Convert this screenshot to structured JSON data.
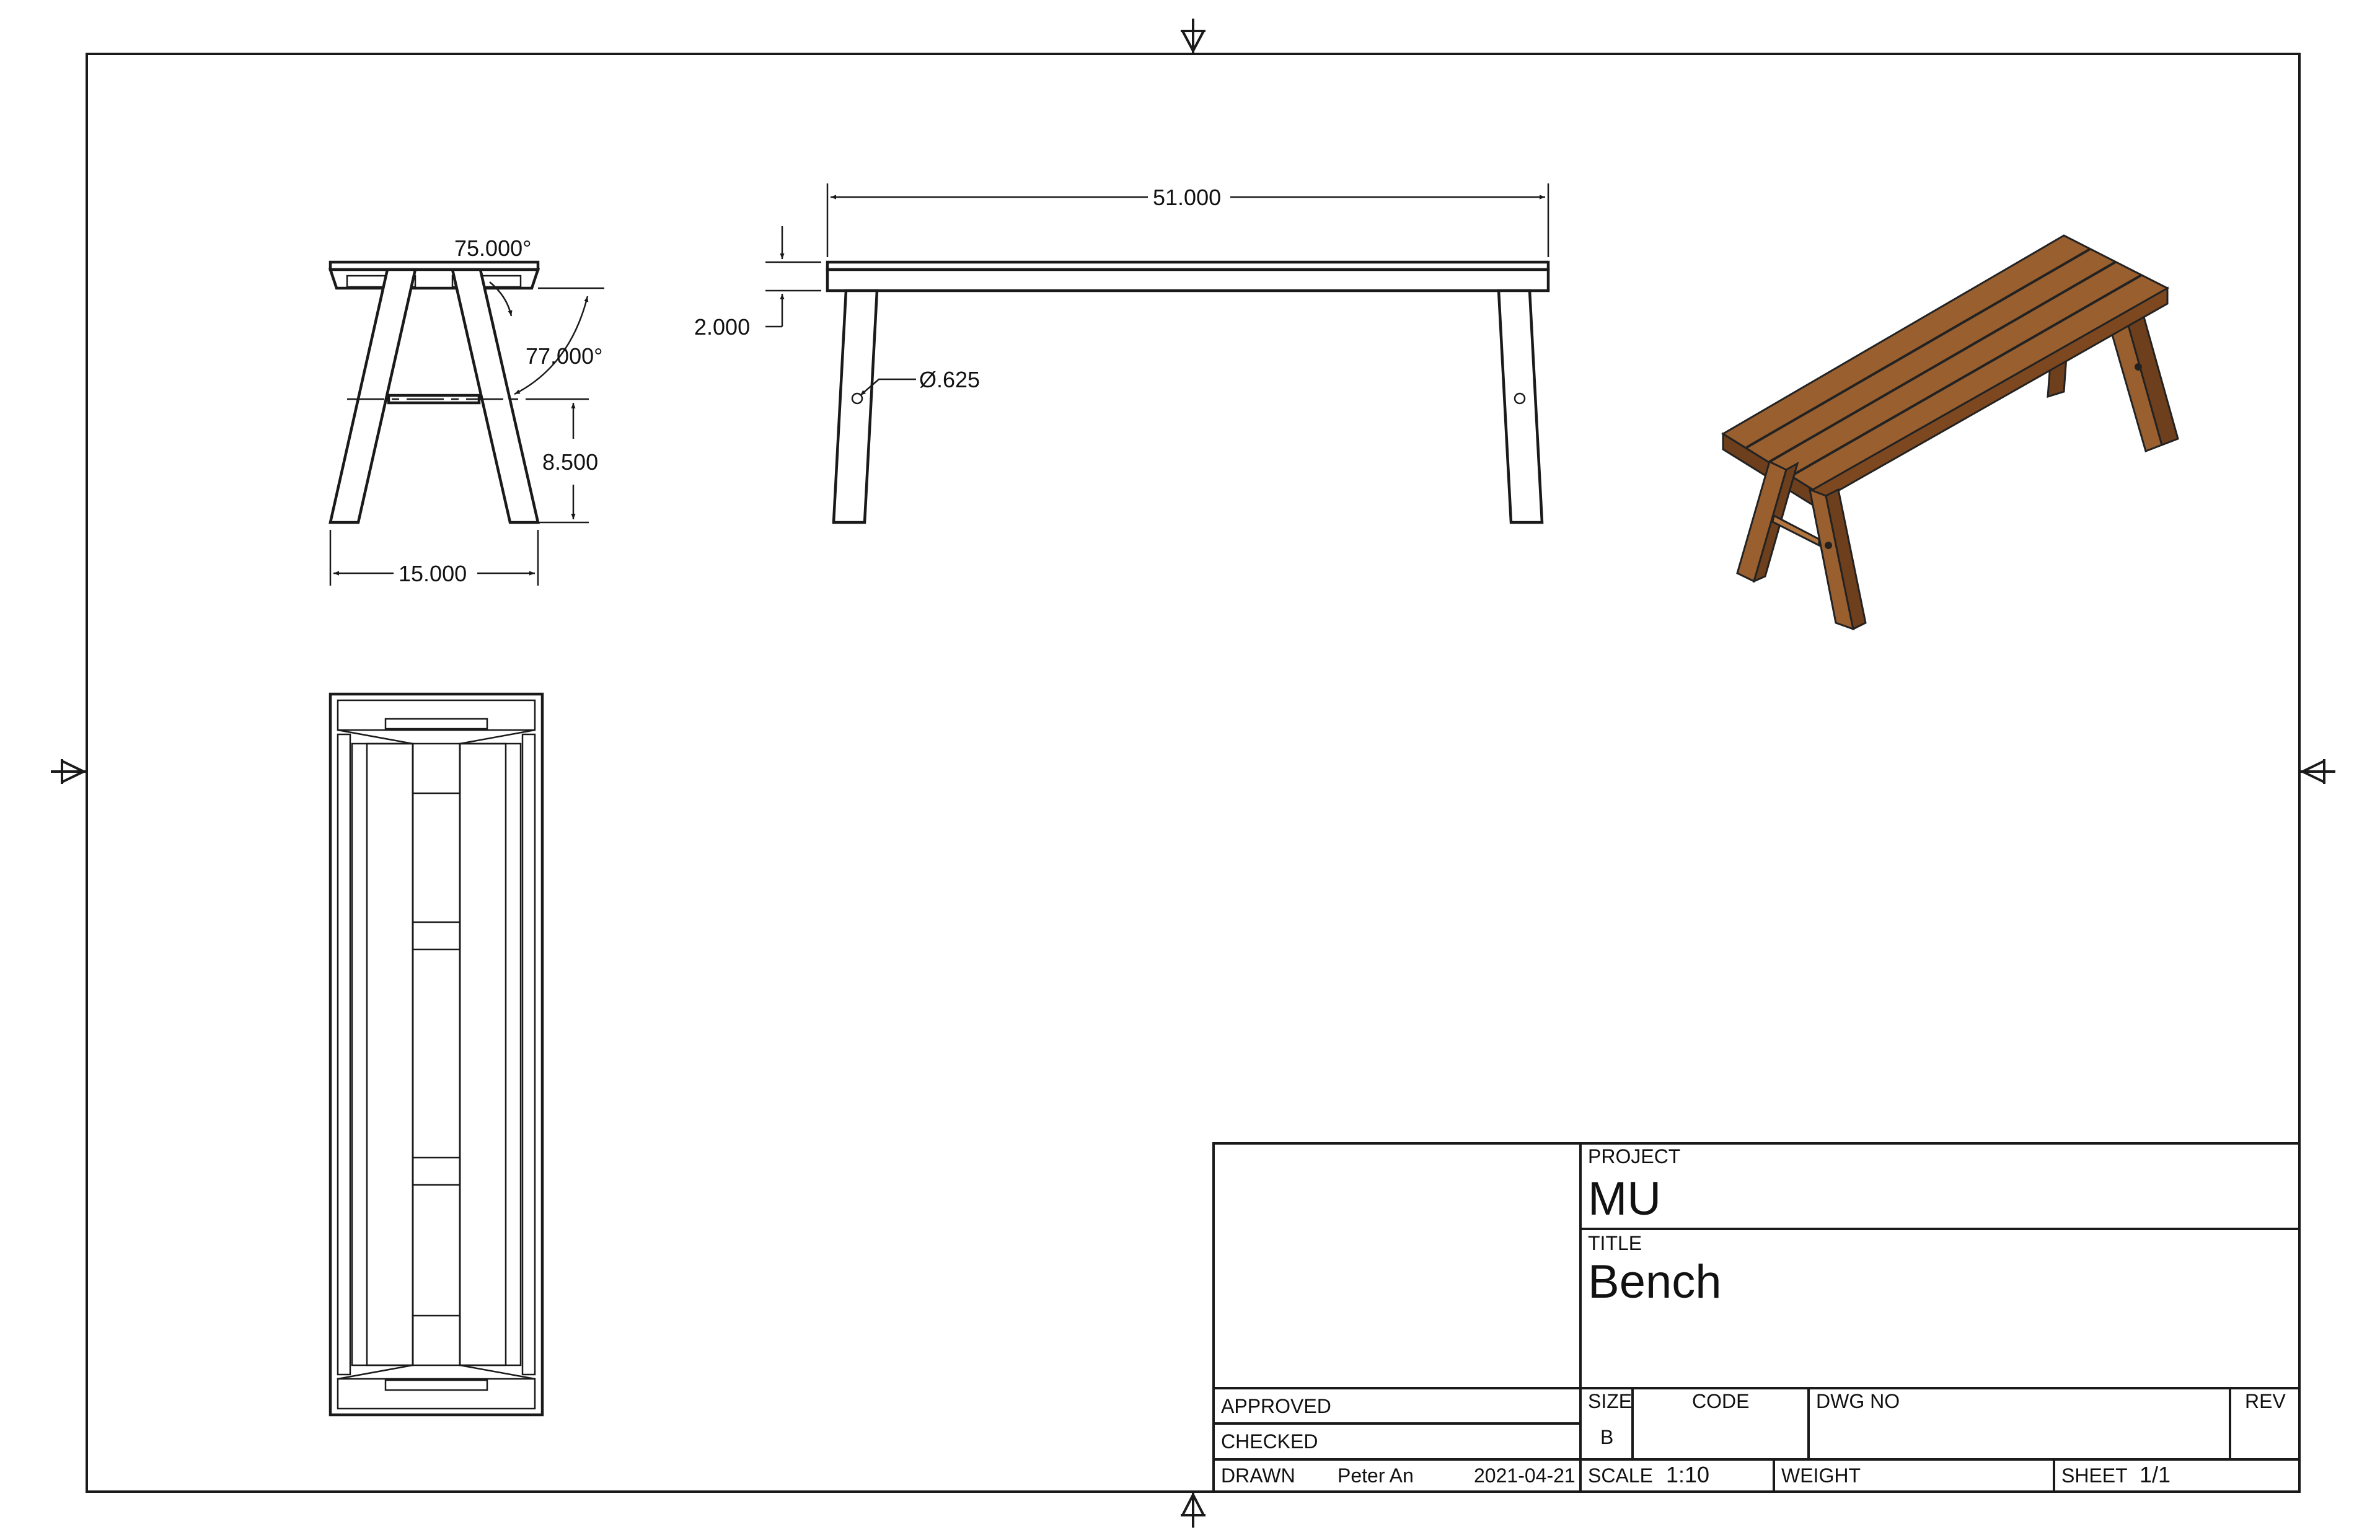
{
  "drawing": {
    "dimensions": {
      "side_angle_top": "75.000°",
      "side_angle_leg": "77.000°",
      "side_stretcher_height": "8.500",
      "side_width": "15.000",
      "front_length": "51.000",
      "front_top_thickness": "2.000",
      "front_hole_diameter": "Ø.625"
    },
    "colors": {
      "wood": "#9a5f2e",
      "wood_dark": "#6e3f1c",
      "wood_light": "#b27540",
      "line": "#1a1a1a"
    }
  },
  "title_block": {
    "project_label": "PROJECT",
    "project_value": "MU",
    "title_label": "TITLE",
    "title_value": "Bench",
    "approved_label": "APPROVED",
    "checked_label": "CHECKED",
    "drawn_label": "DRAWN",
    "drawn_by": "Peter An",
    "drawn_date": "2021-04-21",
    "size_label": "SIZE",
    "size_value": "B",
    "code_label": "CODE",
    "dwg_no_label": "DWG NO",
    "rev_label": "REV",
    "scale_label": "SCALE",
    "scale_value": "1:10",
    "weight_label": "WEIGHT",
    "sheet_label": "SHEET",
    "sheet_value": "1/1"
  }
}
